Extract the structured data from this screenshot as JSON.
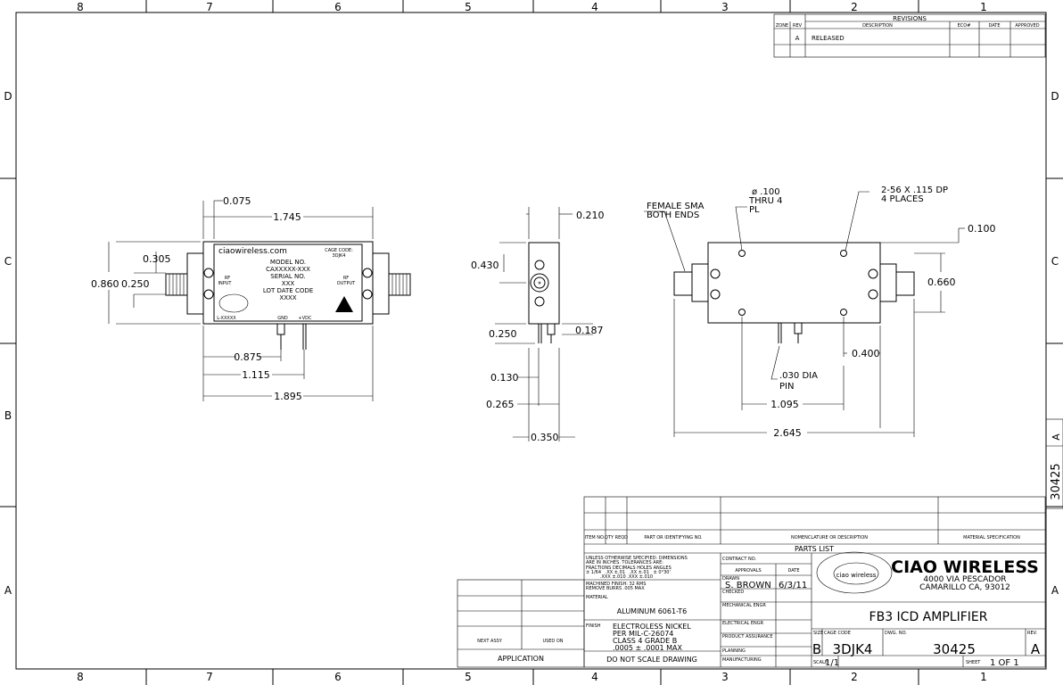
{
  "zones": {
    "columns": [
      "8",
      "7",
      "6",
      "5",
      "4",
      "3",
      "2",
      "1"
    ],
    "rows": [
      "D",
      "C",
      "B",
      "A"
    ]
  },
  "revisions": {
    "title": "REVISIONS",
    "headers": [
      "ZONE",
      "REV",
      "DESCRIPTION",
      "ECO#",
      "DATE",
      "APPROVED"
    ],
    "rows": [
      {
        "zone": "",
        "rev": "A",
        "description": "RELEASED",
        "eco": "",
        "date": "",
        "approved": ""
      }
    ]
  },
  "front_view": {
    "website": "ciaowireless.com",
    "cage_label": "CAGE CODE:",
    "cage_value": "3DJK4",
    "model_label": "MODEL NO.",
    "model_value": "CAXXXXX-XXX",
    "serial_label": "SERIAL NO.",
    "serial_value": "XXX",
    "lot_label": "LOT DATE CODE",
    "lot_value": "XXXX",
    "rf_input": [
      "RF",
      "INPUT"
    ],
    "rf_output": [
      "RF",
      "OUTPUT"
    ],
    "lot_number": "L-XXXXX",
    "gnd": "GND",
    "vdc": "+VDC",
    "dims": [
      "0.075",
      "1.745",
      "0.305",
      "0.860",
      "0.250",
      "0.875",
      "1.115",
      "1.895"
    ]
  },
  "side_view": {
    "dims": [
      "0.210",
      "0.430",
      "0.250",
      "0.187",
      "0.130",
      "0.265",
      "0.350"
    ]
  },
  "top_view": {
    "notes": [
      "FEMALE SMA",
      "BOTH ENDS",
      "ø .100",
      "THRU 4",
      "PL",
      "2-56 X .115 DP",
      "4 PLACES",
      ".030 DIA",
      "PIN"
    ],
    "dims": [
      "0.100",
      "0.660",
      "0.400",
      "1.095",
      "2.645"
    ]
  },
  "parts_list": {
    "headers": [
      "ITEM NO.",
      "QTY REQD",
      "PART OR IDENTIFYING NO.",
      "NOMENCLATURE OR DESCRIPTION",
      "MATERIAL SPECIFICATION"
    ],
    "title": "PARTS LIST"
  },
  "title_block": {
    "tolerances": [
      "UNLESS OTHERWISE SPECIFIED: DIMENSIONS",
      "ARE IN INCHES.  TOLERANCES ARE:",
      "FRACTIONS  DECIMALS   HOLES    ANGLES",
      "± 1/64   .XX ±.01   .XX ±.01   ± 0°30'",
      "          .XXX ±.010 .XXX ±.010",
      "MACHINED FINISH: 32 RMS",
      "REMOVE BURRS .005 MAX"
    ],
    "material_label": "MATERIAL",
    "material": "ALUMINUM 6061-T6",
    "finish_label": "FINISH",
    "finish": [
      "ELECTROLESS NICKEL",
      "PER MIL-C-26074",
      "CLASS 4 GRADE B",
      ".0005 ± .0001 MAX"
    ],
    "do_not_scale": "DO NOT SCALE DRAWING",
    "contract_label": "CONTRACT NO.",
    "approvals_label": "APPROVALS",
    "date_label": "DATE",
    "drawn_label": "DRAWN",
    "drawn_by": "S. BROWN",
    "drawn_date": "6/3/11",
    "checked_label": "CHECKED",
    "mech_label": "MECHANICAL ENGR",
    "elec_label": "ELECTRICAL ENGR",
    "pa_label": "PRODUCT ASSURANCE",
    "planning_label": "PLANNING",
    "mfg_label": "MANUFACTURING",
    "company": "CIAO WIRELESS",
    "address1": "4000 VIA PESCADOR",
    "address2": "CAMARILLO CA, 93012",
    "logo_text": "ciao wireless",
    "title": "FB3 ICD AMPLIFIER",
    "size_label": "SIZE",
    "size": "B",
    "cage_label": "CAGE CODE",
    "cage": "3DJK4",
    "dwg_label": "DWG. NO.",
    "dwg": "30425",
    "rev_label": "REV.",
    "rev": "A",
    "scale_label": "SCALE",
    "scale": "1/1",
    "sheet_label": "SHEET",
    "sheet": "1 OF 1"
  },
  "application": {
    "next_assy": "NEXT ASSY",
    "used_on": "USED ON",
    "label": "APPLICATION"
  },
  "side_stamp": {
    "dwg": "30425",
    "rev": "A"
  }
}
